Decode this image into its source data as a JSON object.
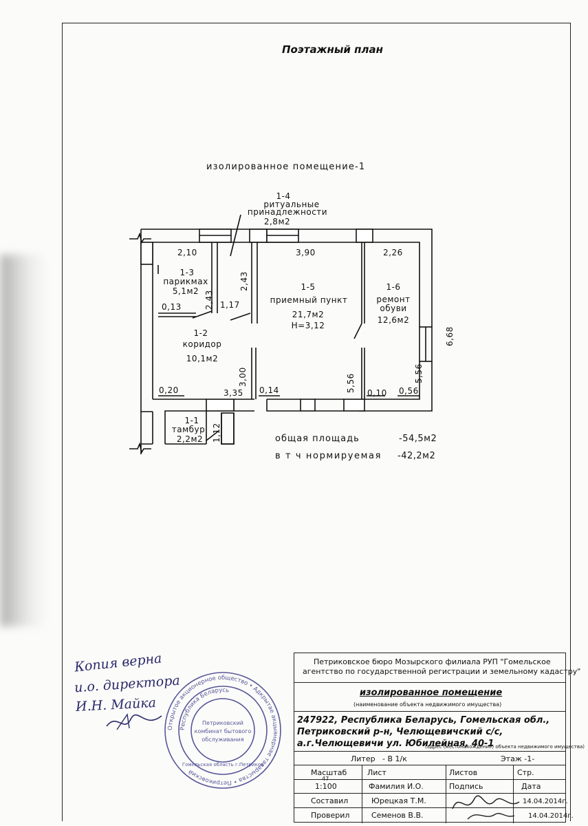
{
  "doc": {
    "title": "Поэтажный план",
    "subtitle": "изолированное помещение-1"
  },
  "rooms": {
    "r14": {
      "id": "1-4",
      "name1": "ритуальные",
      "name2": "принадлежности",
      "area": "2,8м2"
    },
    "r13": {
      "id": "1-3",
      "name": "парикмах",
      "area": "5,1м2"
    },
    "r15": {
      "id": "1-5",
      "name": "приемный пункт",
      "area": "21,7м2",
      "height": "Н=3,12"
    },
    "r16": {
      "id": "1-6",
      "name1": "ремонт",
      "name2": "обуви",
      "area": "12,6м2"
    },
    "r12": {
      "id": "1-2",
      "name": "коридор",
      "area": "10,1м2"
    },
    "r11": {
      "id": "1-1",
      "name": "тамбур",
      "area": "2,2м2"
    }
  },
  "dims": {
    "d210": "2,10",
    "d390": "3,90",
    "d226": "2,26",
    "d243a": "2,43",
    "d243b": "2,43",
    "d117": "1,17",
    "d013": "0,13",
    "d668": "6,68",
    "d556r": "5,56",
    "d556m": "5,56",
    "d300": "3,00",
    "d020": "0,20",
    "d335": "3,35",
    "d014": "0,14",
    "d010": "0,10",
    "d056": "0,56",
    "d112": "1,12"
  },
  "totals": {
    "total_label": "общая площадь",
    "total_value": "-54,5м2",
    "norm_label": "в т ч нормируемая",
    "norm_value": "-42,2м2"
  },
  "handwriting": {
    "line1": "Копия верна",
    "line2": "и.о. директора",
    "line3": "И.Н. Майка"
  },
  "stamp": {
    "outer": "Открытое акционерное общество • Адкрытае акцыянернае таварыства • Петриковский",
    "inner": "Республика Беларусь",
    "center1": "Петриковский",
    "center2": "комбинат бытового",
    "center3": "обслуживания",
    "bottom": "Гомельская область г.Петриков"
  },
  "titleblock": {
    "org1": "Петриковское  бюро Мозырского филиала РУП \"Гомельское",
    "org2": "агентство по государственной регистрации и земельному кадастру\"",
    "object": "изолированное помещение",
    "object_caption": "(наименование объекта недвижимого имущества)",
    "addr1": "247922, Республика Беларусь, Гомельская обл.,",
    "addr2": "Петриковский р-н, Челющевичский с/с,",
    "addr3": "а.г.Челющевичи ул. Юбилейная, 40-1",
    "addr_caption": "(адрес (местонахождение) объекта недвижимого имущества)",
    "liter_label": "Литер",
    "liter_value": "- В 1/к",
    "floor_label": "Этаж -1-",
    "scale_label": "Масштаб",
    "scale_num": "47",
    "scale_value": "1:100",
    "sheet_label": "Лист",
    "sheets_label": "Листов",
    "page_label": "Стр.",
    "name_head": "Фамилия И.О.",
    "sign_head": "Подпись",
    "date_head": "Дата",
    "compiled_label": "Составил",
    "compiled_name": "Юрецкая Т.М.",
    "compiled_date": "14.04.2014г.",
    "checked_label": "Проверил",
    "checked_name": "Семенов В.В.",
    "checked_date": "14.04.2014г."
  }
}
